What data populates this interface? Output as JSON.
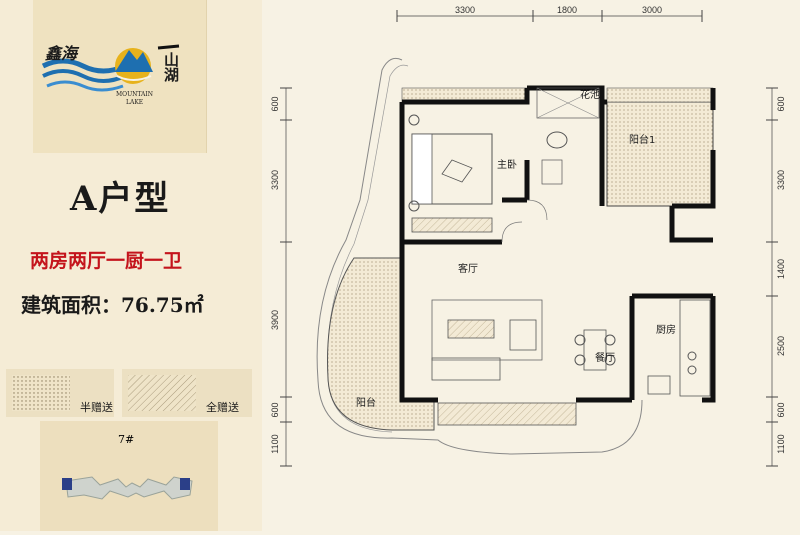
{
  "logo": {
    "chinese_name": "鑫海",
    "english_line1": "MOUNTAIN",
    "english_line2": "LAKE",
    "right_text": "山湖"
  },
  "title": "A户型",
  "subtitle": "两房两厅一厨一卫",
  "area_text": "建筑面积：76.75㎡",
  "legend": {
    "half_gift": "半赠送",
    "full_gift": "全赠送"
  },
  "building": {
    "label": "7#"
  },
  "dimensions": {
    "top": [
      "3300",
      "1800",
      "3000"
    ],
    "left": [
      "600",
      "3300",
      "3900",
      "600",
      "1100"
    ],
    "right": [
      "600",
      "3300",
      "1400",
      "2500",
      "600",
      "1100"
    ]
  },
  "rooms": {
    "flower_pool": "花池",
    "master_bedroom": "主卧",
    "balcony1": "阳台1",
    "living_room": "客厅",
    "kitchen": "厨房",
    "dining_room": "餐厅",
    "balcony": "阳台"
  },
  "colors": {
    "wall": "#111111",
    "background": "#f7f2e4",
    "left_panel": "#f5ecd6",
    "accent_red": "#c4141c",
    "logo_blue": "#1e6fb0",
    "logo_gold": "#e7b21c"
  }
}
